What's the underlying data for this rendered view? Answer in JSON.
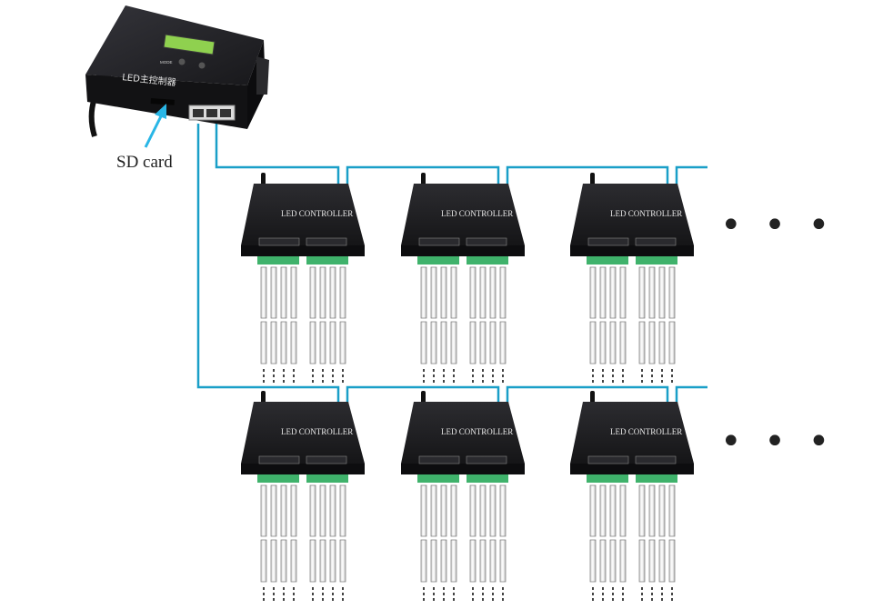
{
  "main_controller": {
    "mode_label": "MODE",
    "title": "LED主控制器"
  },
  "sd_label": "SD card",
  "slave_label": "LED CONTROLLER",
  "ellipsis": "• • •",
  "colors": {
    "cable": "#1a9fc8",
    "arrow": "#29b6e6",
    "housing": "#1f1f22",
    "lcd": "#8fd14f",
    "terminal": "#3fb26b"
  }
}
